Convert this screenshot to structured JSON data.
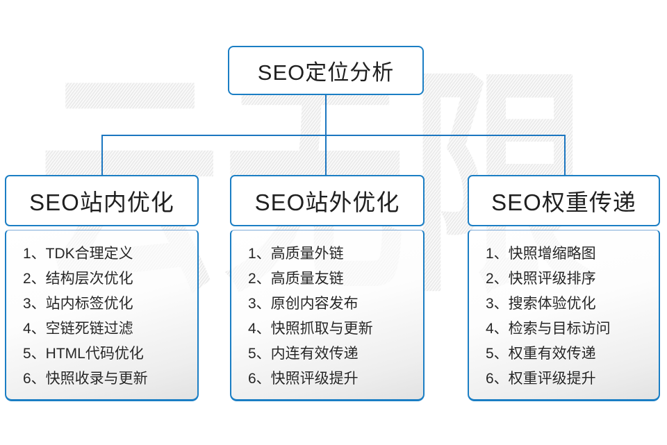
{
  "diagram": {
    "root": {
      "label": "SEO定位分析"
    },
    "watermark": "云无限",
    "branches": [
      {
        "title": "SEO站内优化",
        "items": [
          "1、TDK合理定义",
          "2、结构层次优化",
          "3、站内标签优化",
          "4、空链死链过滤",
          "5、HTML代码优化",
          "6、快照收录与更新"
        ]
      },
      {
        "title": "SEO站外优化",
        "items": [
          "1、高质量外链",
          "2、高质量友链",
          "3、原创内容发布",
          "4、快照抓取与更新",
          "5、内连有效传递",
          "6、快照评级提升"
        ]
      },
      {
        "title": "SEO权重传递",
        "items": [
          "1、快照增缩略图",
          "2、快照评级排序",
          "3、搜索体验优化",
          "4、检索与目标访问",
          "5、权重有效传递",
          "6、权重评级提升"
        ]
      }
    ],
    "colors": {
      "accent_blue": "#1b7ec4",
      "text": "#1f1f1f",
      "watermark_gray": "#eeeeee"
    }
  }
}
